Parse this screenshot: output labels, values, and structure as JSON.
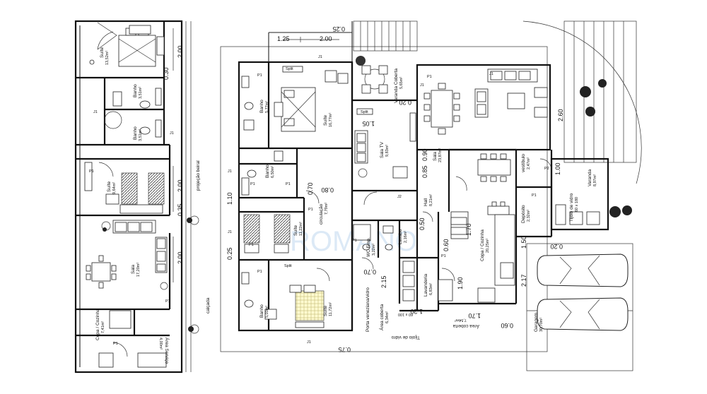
{
  "plan": {
    "rooms": [
      {
        "id": "suite-top-left",
        "name": "Suíte",
        "area": "13,52m²"
      },
      {
        "id": "banho-a",
        "name": "Banho",
        "area": "3,51m²"
      },
      {
        "id": "banho-b",
        "name": "Banho",
        "area": "3,51m²"
      },
      {
        "id": "suite-mid-left",
        "name": "Suíte",
        "area": "9,64m²"
      },
      {
        "id": "sala-left",
        "name": "Sala",
        "area": "17,20m²"
      },
      {
        "id": "copa-cozinha-left",
        "name": "Copa / Cozinha",
        "area": "7,41m²"
      },
      {
        "id": "area-servico",
        "name": "Área Serviço",
        "area": "4,00m²"
      },
      {
        "id": "banho-c",
        "name": "Banho",
        "area": "5,77m²"
      },
      {
        "id": "suite-main",
        "name": "Suíte",
        "area": "16,77m²"
      },
      {
        "id": "varanda-coberta",
        "name": "Varanda Coberta",
        "area": "5,65m²"
      },
      {
        "id": "sala-tv",
        "name": "Sala TV",
        "area": "9,83m²"
      },
      {
        "id": "sala-main",
        "name": "Sala",
        "area": "23,87m²"
      },
      {
        "id": "banho-d",
        "name": "Banho",
        "area": "6,50m²"
      },
      {
        "id": "circulacao",
        "name": "circulação",
        "area": "7,79m²"
      },
      {
        "id": "suite-mid",
        "name": "Suíte",
        "area": "11,22m²"
      },
      {
        "id": "hall",
        "name": "Hall",
        "area": "8,21m²"
      },
      {
        "id": "wc-emp",
        "name": "WC Emp.",
        "area": "3,22m²"
      },
      {
        "id": "lavabo",
        "name": "Lavabo",
        "area": "2,16m²"
      },
      {
        "id": "copa-cozinha-main",
        "name": "Copa / Cozinha",
        "area": "20,25m²"
      },
      {
        "id": "vestibulo",
        "name": "vestíbulo",
        "area": "2,47m²"
      },
      {
        "id": "varanda-right",
        "name": "Varanda",
        "area": "8,97m²"
      },
      {
        "id": "deposito",
        "name": "Depósito",
        "area": "2,32m²"
      },
      {
        "id": "lavanderia",
        "name": "Lavanderia",
        "area": "6,83m²"
      },
      {
        "id": "banho-e",
        "name": "Banho",
        "area": "5,03m²"
      },
      {
        "id": "suite-bottom",
        "name": "Suíte",
        "area": "11,72m²"
      },
      {
        "id": "area-coberta-a",
        "name": "Área coberta",
        "area": "6,34m²"
      },
      {
        "id": "area-coberta-b",
        "name": "Área coberta",
        "area": "7,54m²"
      },
      {
        "id": "garagem",
        "name": "Garagem",
        "area": "30,70m²"
      }
    ],
    "dimensions": {
      "d_1_25": "1.25",
      "d_2_00_top": "2.00",
      "d_0_25_top": "0.25",
      "d_2_00_a": "2.00",
      "d_0_30": "0.30",
      "d_2_00_b": "2.00",
      "d_0_35": "0.35",
      "d_2_00_c": "2.00",
      "d_2_60": "2.60",
      "d_1_00": "1.00",
      "d_1_10": "1.10",
      "d_0_25_left": "0.25",
      "d_1_05": "1.05",
      "d_0_20_a": "0.20",
      "d_0_90": "0.90",
      "d_0_85": "0.85",
      "d_0_70": "0.70",
      "d_0_80": "0.80",
      "d_0_50": "0.50",
      "d_1_70_a": "1.70",
      "d_0_60": "0.60",
      "d_1_50": "1.50",
      "d_0_20_b": "0.20",
      "d_1_90": "1.90",
      "d_2_17": "2.17",
      "d_2_15": "2.15",
      "d_0_70_b": "0.70",
      "d_1_20": "1.20",
      "d_0_60_b": "0.60",
      "d_1_70_b": "1.70",
      "d_0_75": "0.75"
    },
    "labels": {
      "projecao_beiral": "projeção beiral",
      "calcada": "calçada",
      "tijolo_vidro_a": "Tijolo de vidro",
      "tijolo_vidro_a_size": "60 x 180",
      "tijolo_vidro_b": "Tijolo de vidro",
      "tijolo_vidro_b_size": "60 x 100",
      "porta_veneziana": "Porta veneziana/vidro",
      "split": "Split",
      "j1": "J1",
      "j2": "J2",
      "p1": "P1",
      "p2": "P2",
      "watermark": "ROMANO"
    }
  }
}
